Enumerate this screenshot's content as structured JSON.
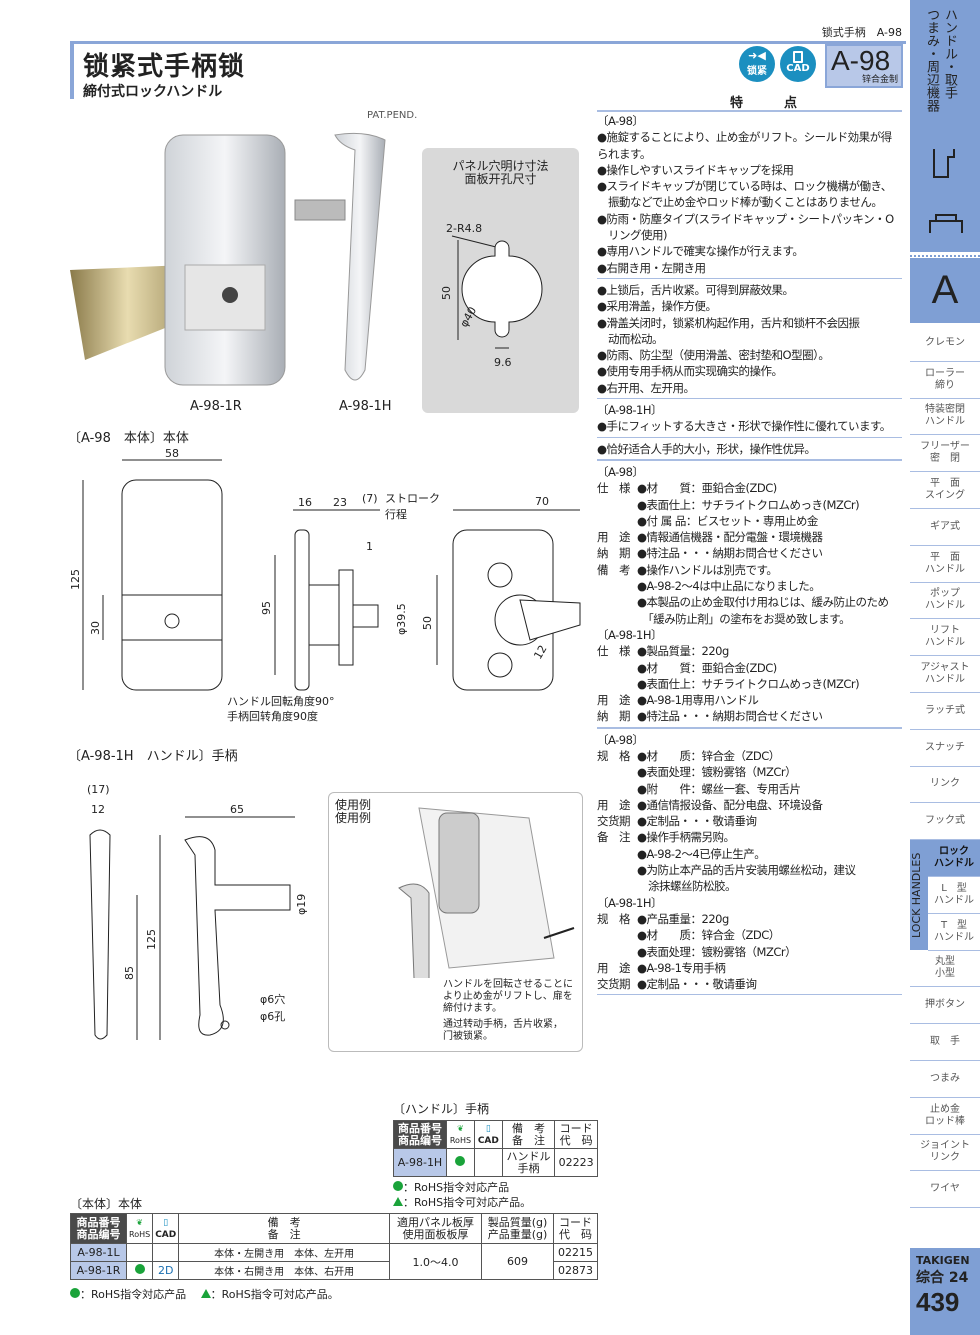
{
  "header": {
    "breadcrumb": "锁式手柄　A-98",
    "title": "锁紧式手柄锁",
    "subtitle": "締付式ロックハンドル",
    "icon_lock_label": "锁紧",
    "icon_cad_label": "CAD",
    "model": "A-98",
    "material_badge": "锌合金制",
    "pat": "PAT.PEND."
  },
  "features": {
    "heading": "特　点",
    "a98_label": "〔A-98〕",
    "jp": [
      "●施錠することにより、止め金がリフト。シールド効果が得られます。",
      "●操作しやすいスライドキャップを採用",
      "●スライドキャップが閉じている時は、ロック機構が働き、",
      "　振動などで止め金やロッド棒が動くことはありません。",
      "●防雨・防塵タイプ(スライドキャップ・シートパッキン・O",
      "　リング使用)",
      "●専用ハンドルで確実な操作が行えます。",
      "●右開き用・左開き用"
    ],
    "cn": [
      "●上锁后，舌片收紧。可得到屏蔽效果。",
      "●采用滑盖，操作方便。",
      "●滑盖关闭时，锁紧机构起作用，舌片和锁杆不会因振",
      "　动而松动。",
      "●防雨、防尘型（使用滑盖、密封垫和O型圈）。",
      "●使用专用手柄从而实现确实的操作。",
      "●右开用、左开用。"
    ],
    "h_label": "〔A-98-1H〕",
    "h_jp": "●手にフィットする大きさ・形状で操作性に優れています。",
    "h_cn": "●恰好适合人手的大小，形状，操作性优异。"
  },
  "spec_jp": {
    "a98_label": "〔A-98〕",
    "rows": [
      [
        "仕　様",
        "●材　　質：亜鉛合金(ZDC)"
      ],
      [
        "",
        "●表面仕上：サチライトクロムめっき(MZCr)"
      ],
      [
        "",
        "●付 属 品：ビスセット・専用止め金"
      ],
      [
        "用　途",
        "●情報通信機器・配分電盤・環境機器"
      ],
      [
        "納　期",
        "●特注品・・・納期お問合せください"
      ],
      [
        "備　考",
        "●操作ハンドルは別売です。"
      ],
      [
        "",
        "●A-98-2～4は中止品になりました。"
      ],
      [
        "",
        "●本製品の止め金取付け用ねじは、緩み防止のため"
      ],
      [
        "",
        "　「緩み防止剤」の塗布をお奨め致します。"
      ]
    ],
    "h_label": "〔A-98-1H〕",
    "h_rows": [
      [
        "仕　様",
        "●製品質量：220g"
      ],
      [
        "",
        "●材　　質：亜鉛合金(ZDC)"
      ],
      [
        "",
        "●表面仕上：サチライトクロムめっき(MZCr)"
      ],
      [
        "用　途",
        "●A-98-1用専用ハンドル"
      ],
      [
        "納　期",
        "●特注品・・・納期お問合せください"
      ]
    ]
  },
  "spec_cn": {
    "a98_label": "〔A-98〕",
    "rows": [
      [
        "规　格",
        "●材　　质：锌合金（ZDC）"
      ],
      [
        "",
        "●表面处理：镀粉雾铬（MZCr）"
      ],
      [
        "",
        "●附　　件：螺丝一套、专用舌片"
      ],
      [
        "用　途",
        "●通信情报设备、配分电盘、环境设备"
      ],
      [
        "交货期",
        "●定制品・・・敬请垂询"
      ],
      [
        "备　注",
        "●操作手柄需另购。"
      ],
      [
        "",
        "●A-98-2～4已停止生产。"
      ],
      [
        "",
        "●为防止本产品的舌片安装用螺丝松动，建议"
      ],
      [
        "",
        "　涂抹螺丝防松胶。"
      ]
    ],
    "h_label": "〔A-98-1H〕",
    "h_rows": [
      [
        "规　格",
        "●产品重量：220g"
      ],
      [
        "",
        "●材　　质：锌合金（ZDC）"
      ],
      [
        "",
        "●表面处理：镀粉雾铬（MZCr）"
      ],
      [
        "用　途",
        "●A-98-1专用手柄"
      ],
      [
        "交货期",
        "●定制品・・・敬请垂询"
      ]
    ]
  },
  "photos": {
    "body_label": "A-98-1R",
    "handle_label": "A-98-1H"
  },
  "panel_cutout": {
    "title_jp": "パネル穴明け寸法",
    "title_cn": "面板开孔尺寸",
    "r": "2-R4.8",
    "h": "50",
    "d": "φ40",
    "w": "9.6"
  },
  "body_drawing": {
    "label": "〔A-98　本体〕本体",
    "w58": "58",
    "h125": "125",
    "h30": "30",
    "d16": "16",
    "d23": "23",
    "d7": "(7)",
    "stroke_jp": "ストローク",
    "stroke_cn": "行程",
    "d1": "1",
    "h95": "95",
    "phi395": "φ39.5",
    "w70": "70",
    "h50": "50",
    "d12": "12",
    "angle_jp": "ハンドル回転角度90°",
    "angle_cn": "手柄回转角度90度"
  },
  "handle_drawing": {
    "label": "〔A-98-1H　ハンドル〕手柄",
    "d17": "(17)",
    "d12": "12",
    "w65": "65",
    "phi19": "φ19",
    "h125": "125",
    "h85": "85",
    "hole_jp": "φ6穴",
    "hole_cn": "φ6孔"
  },
  "usage": {
    "title_jp": "使用例",
    "title_cn": "使用例",
    "note_jp": [
      "ハンドルを回転させることに",
      "より止め金がリフトし、扉を",
      "締付けます。"
    ],
    "note_cn": [
      "通过转动手柄，舌片收紧，",
      "门被锁紧。"
    ]
  },
  "handle_table": {
    "caption": "〔ハンドル〕手柄",
    "headers": {
      "code_jp": "商品番号",
      "code_cn": "商品编号",
      "rohs": "RoHS",
      "cad": "CAD",
      "note_jp": "備　考",
      "note_cn": "备　注",
      "cd_jp": "コード",
      "cd_cn": "代　码"
    },
    "rows": [
      {
        "code": "A-98-1H",
        "rohs": "●",
        "cad": "",
        "note": "ハンドル\n手柄",
        "cd": "02223"
      }
    ],
    "legend1": "：RoHS指令対応产品",
    "legend2": "：RoHS指令可対応产品。"
  },
  "body_table": {
    "caption": "〔本体〕本体",
    "headers": {
      "code_jp": "商品番号",
      "code_cn": "商品编号",
      "rohs": "RoHS",
      "cad": "CAD",
      "note_jp": "備　考",
      "note_cn": "备　注",
      "panel_jp": "適用パネル板厚",
      "panel_cn": "使用面板板厚",
      "mass_jp": "製品質量(g)",
      "mass_cn": "产品重量(g)",
      "cd_jp": "コード",
      "cd_cn": "代　码"
    },
    "rows": [
      {
        "code": "A-98-1L",
        "rohs": "",
        "cad": "",
        "note": "本体・左開き用　本体、左开用",
        "cd": "02215"
      },
      {
        "code": "A-98-1R",
        "rohs": "●",
        "cad": "2D",
        "note": "本体・右開き用　本体、右开用",
        "cd": "02873"
      }
    ],
    "panel": "1.0～4.0",
    "mass": "609",
    "legend": "：RoHS指令対応产品　",
    "legend2": "：RoHS指令可対応产品。"
  },
  "sidebar": {
    "category": "ハンドル・取手\nつまみ・周辺機器",
    "letter": "A",
    "lock_en": "LOCK HANDLES",
    "items": [
      "クレモン",
      "ローラー\n締り",
      "特装密閉\nハンドル",
      "フリーザー\n密　閉",
      "平　面\nスイング",
      "ギア式",
      "平　面\nハンドル",
      "ポップ\nハンドル",
      "リフト\nハンドル",
      "アジャスト\nハンドル",
      "ラッチ式",
      "スナッチ",
      "リンク",
      "フック式"
    ],
    "active": "ロック\nハンドル",
    "sub_items": [
      "L　型\nハンドル",
      "T　型\nハンドル"
    ],
    "items2": [
      "丸型\n小型",
      "押ボタン",
      "取　手",
      "つまみ",
      "止め金\nロッド棒",
      "ジョイント\nリンク",
      "ワイヤ"
    ],
    "brand": "TAKIGEN",
    "catalog": "综合 24",
    "page": "439"
  },
  "colors": {
    "accent": "#7f9fd4",
    "rule": "#a9bde2",
    "code_cell": "#b8c8e8",
    "icon": "#1b8fc0",
    "rohs": "#1aa33a"
  }
}
